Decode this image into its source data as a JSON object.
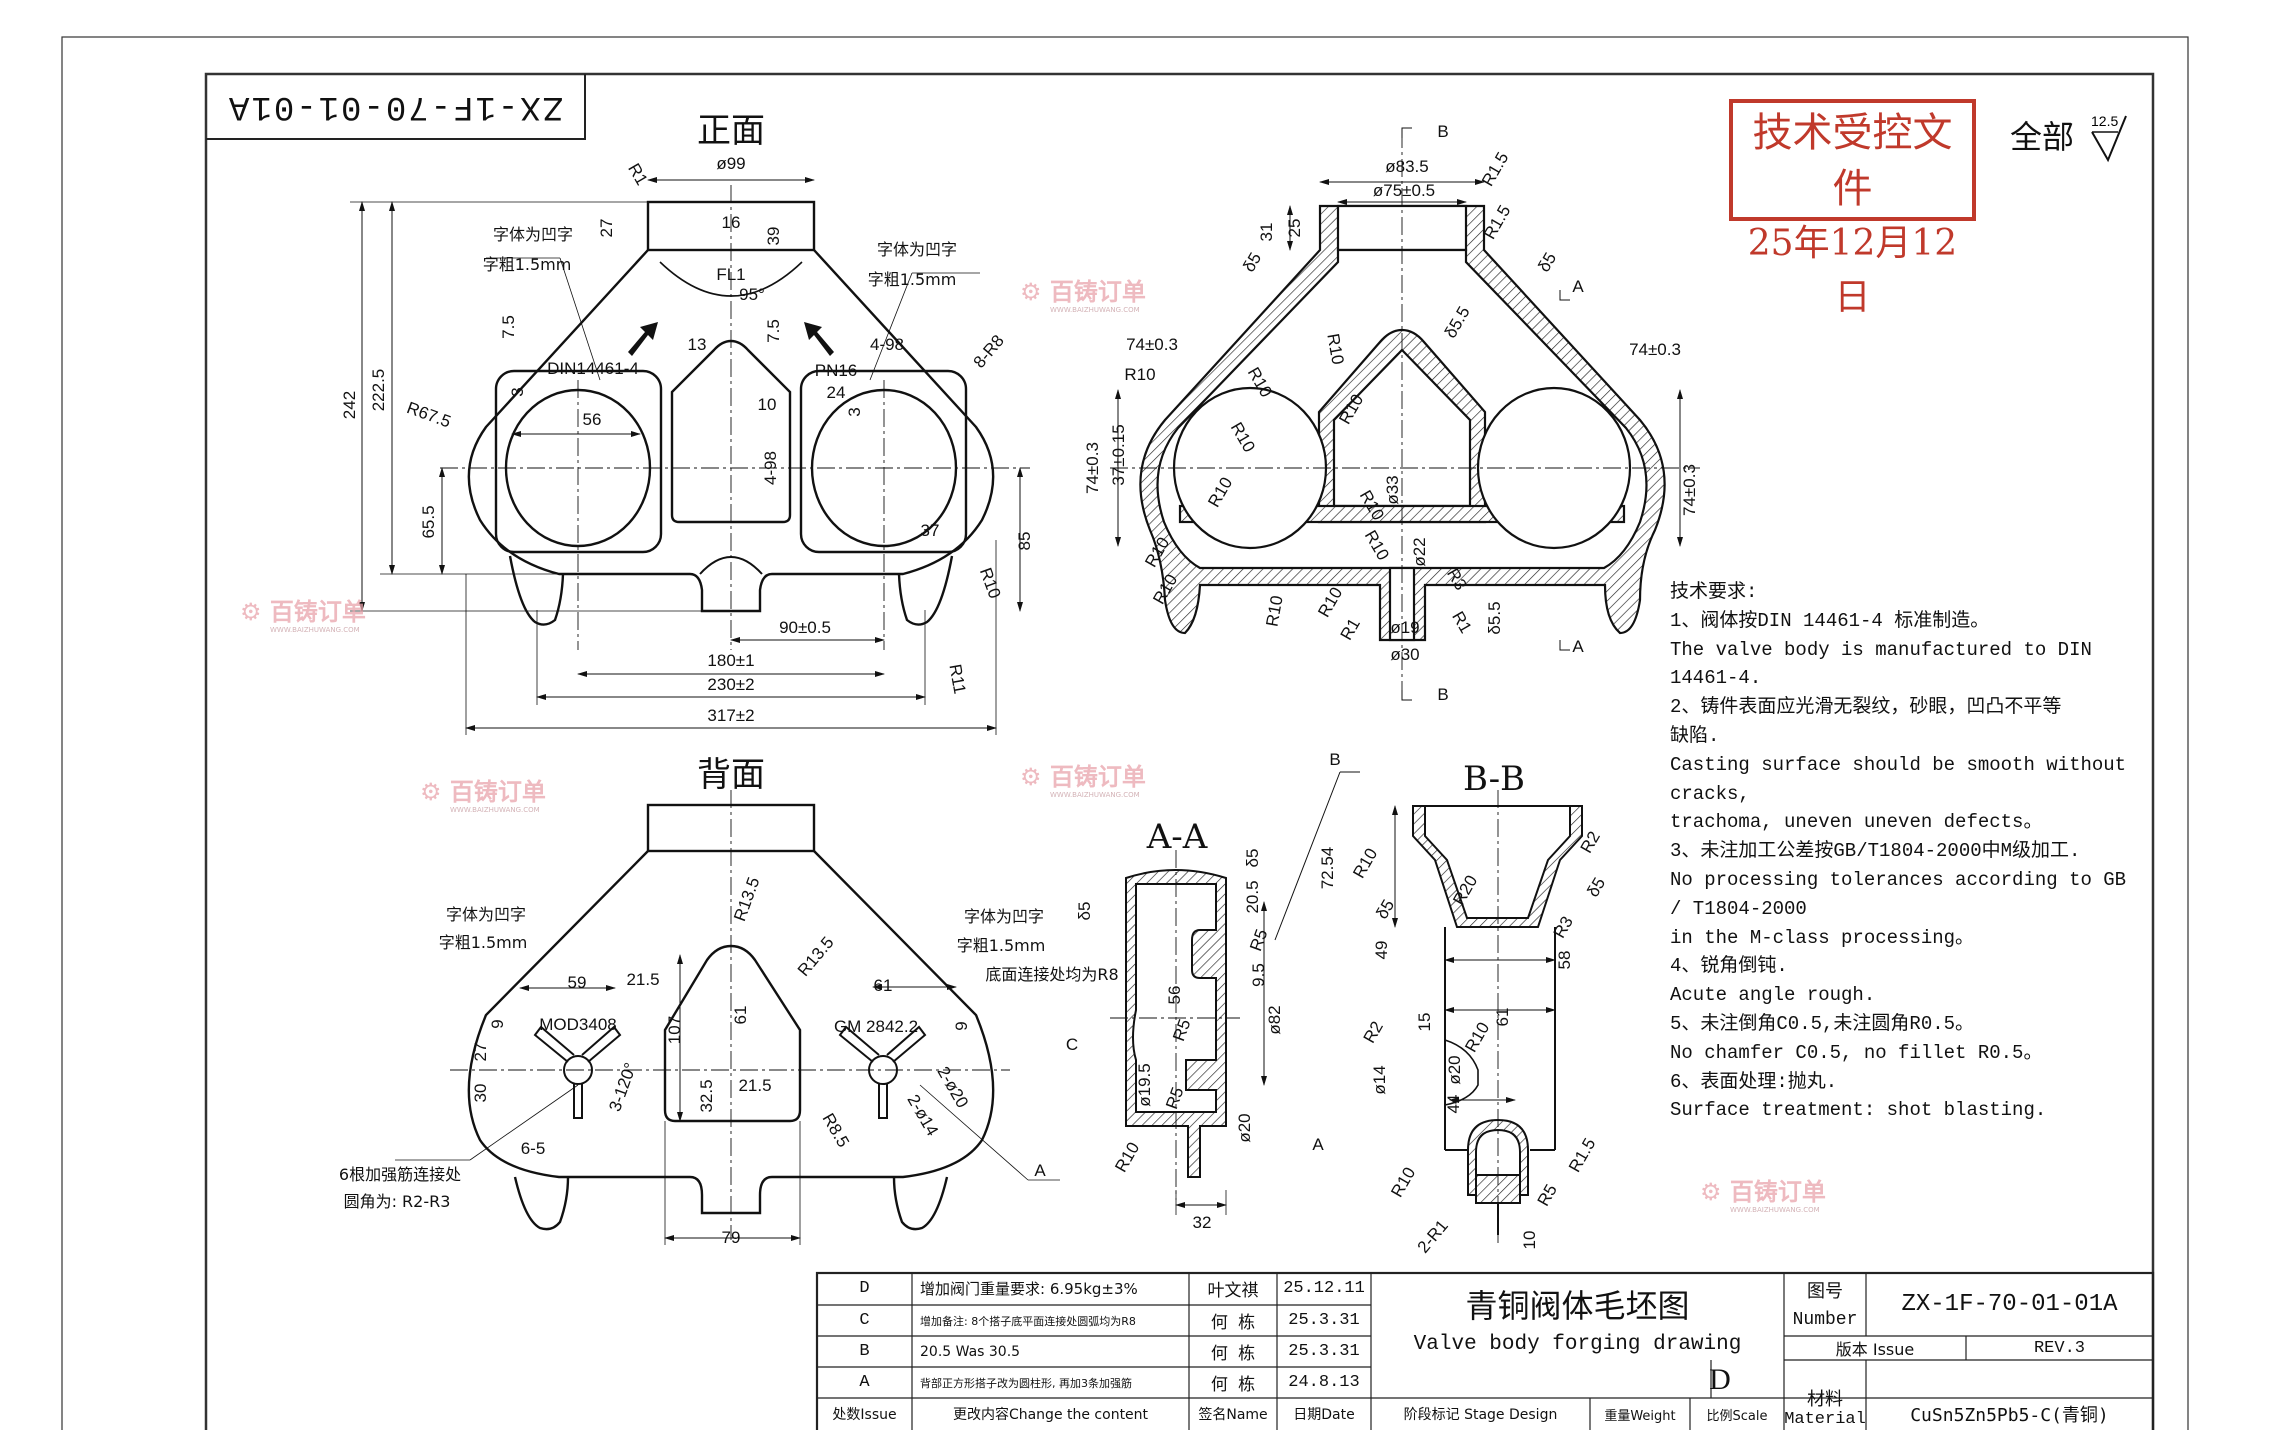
{
  "drawing_number_mirrored": "ZX-1F-70-01-01A",
  "stamp": {
    "line1": "技术受控文件",
    "line2": "25年12月12日",
    "color": "#c0392b"
  },
  "surface_finish": {
    "label": "全部",
    "value": "12.5"
  },
  "views": {
    "front_title": "正面",
    "back_title": "背面",
    "section_aa": "A-A",
    "section_bb": "B-B"
  },
  "watermark": {
    "text": "百铸订单",
    "url": "WWW.BAIZHUWANG.COM",
    "color": "#e9a3ab"
  },
  "front": {
    "labels": [
      "ø99",
      "R1",
      "27",
      "16",
      "39",
      "FL1",
      "95°",
      "字体为凹字",
      "字粗1.5mm",
      "字体为凹字",
      "字粗1.5mm",
      "7.5",
      "7.5",
      "DIN14461-4",
      "13",
      "4-98",
      "PN16",
      "24",
      "8-R8",
      "10",
      "3",
      "3",
      "56",
      "R67.5",
      "4-98",
      "242",
      "222.5",
      "65.5",
      "37",
      "85",
      "R10",
      "R11",
      "90±0.5",
      "180±1",
      "230±2",
      "317±2"
    ]
  },
  "section": {
    "labels": [
      "B",
      "B",
      "ø83.5",
      "ø75±0.5",
      "R1.5",
      "R1.5",
      "31",
      "25",
      "δ5",
      "δ5",
      "A",
      "A",
      "δ5.5",
      "74±0.3",
      "74±0.3",
      "R10",
      "R10",
      "R10",
      "R10",
      "74±0.3",
      "37±0.15",
      "R10",
      "ø33",
      "R10",
      "R10",
      "R10",
      "ø22",
      "R3",
      "δ5.5",
      "ø19",
      "ø30",
      "R1",
      "R1",
      "R10",
      "R10",
      "R10",
      "R10",
      "74±0.3"
    ]
  },
  "back": {
    "labels": [
      "字体为凹字",
      "字粗1.5mm",
      "字体为凹字",
      "字粗1.5mm",
      "R13.5",
      "R13.5",
      "59",
      "21.5",
      "61",
      "MOD3408",
      "GM 2842.2",
      "9",
      "9",
      "107",
      "61",
      "27",
      "30",
      "3-120°",
      "32.5",
      "21.5",
      "2-ø20",
      "2-ø14",
      "R8.5",
      "6-5",
      "6根加强筋连接处",
      "圆角为: R2-R3",
      "A",
      "79"
    ]
  },
  "aa": {
    "labels": [
      "B",
      "δ5",
      "20.5",
      "δ5",
      "R5",
      "底面连接处均为R8",
      "9.5",
      "56",
      "ø82",
      "C",
      "R5",
      "ø19.5",
      "R5",
      "ø20",
      "R10",
      "32"
    ]
  },
  "bb": {
    "labels": [
      "72.54",
      "R10",
      "R2",
      "δ5",
      "δ5",
      "R20",
      "R3",
      "49",
      "58",
      "61",
      "15",
      "R10",
      "R2",
      "ø14",
      "ø20",
      "44",
      "A",
      "R1.5",
      "R10",
      "R5",
      "2-R1",
      "10"
    ]
  },
  "tech_requirements": {
    "title": "技术要求:",
    "lines": [
      "1、阀体按DIN 14461-4 标准制造。",
      "The valve body is manufactured to DIN",
      "14461-4.",
      "2、铸件表面应光滑无裂纹，砂眼，凹凸不平等",
      "缺陷.",
      "Casting surface should be smooth without",
      "cracks,",
      "trachoma, uneven uneven defects。",
      "3、未注加工公差按GB/T1804-2000中M级加工.",
      "No processing tolerances according to GB",
      "/ T1804-2000",
      "in the M-class processing。",
      "4、锐角倒钝.",
      "Acute angle rough.",
      "5、未注倒角C0.5,未注圆角R0.5。",
      "No chamfer C0.5, no fillet R0.5。",
      "6、表面处理:抛丸.",
      "Surface treatment: shot blasting."
    ]
  },
  "title_block": {
    "revisions": [
      {
        "issue": "D",
        "content": "增加阀门重量要求: 6.95kg±3%",
        "name": "叶文祺",
        "date": "25.12.11"
      },
      {
        "issue": "C",
        "content": "增加备注: 8个搭子底平面连接处圆弧均为R8",
        "name": "何 栋",
        "date": "25.3.31"
      },
      {
        "issue": "B",
        "content": "20.5 Was 30.5",
        "name": "何 栋",
        "date": "25.3.31"
      },
      {
        "issue": "A",
        "content": "背部正方形搭子改为圆柱形, 再加3条加强筋",
        "name": "何 栋",
        "date": "24.8.13"
      }
    ],
    "headers": {
      "issue": "处数Issue",
      "content": "更改内容Change the content",
      "name": "签名Name",
      "date": "日期Date",
      "stage": "阶段标记 Stage Design",
      "weight": "重量Weight",
      "scale": "比例Scale"
    },
    "title_cn": "青铜阀体毛坯图",
    "title_en": "Valve body forging drawing",
    "mark_d": "D",
    "number_label_cn": "图号",
    "number_label_en": "Number",
    "number": "ZX-1F-70-01-01A",
    "issue_label": "版本 Issue",
    "issue_value": "REV.3",
    "material_label_cn": "材料",
    "material_label_en": "Material",
    "material": "CuSn5Zn5Pb5-C(青铜)"
  }
}
